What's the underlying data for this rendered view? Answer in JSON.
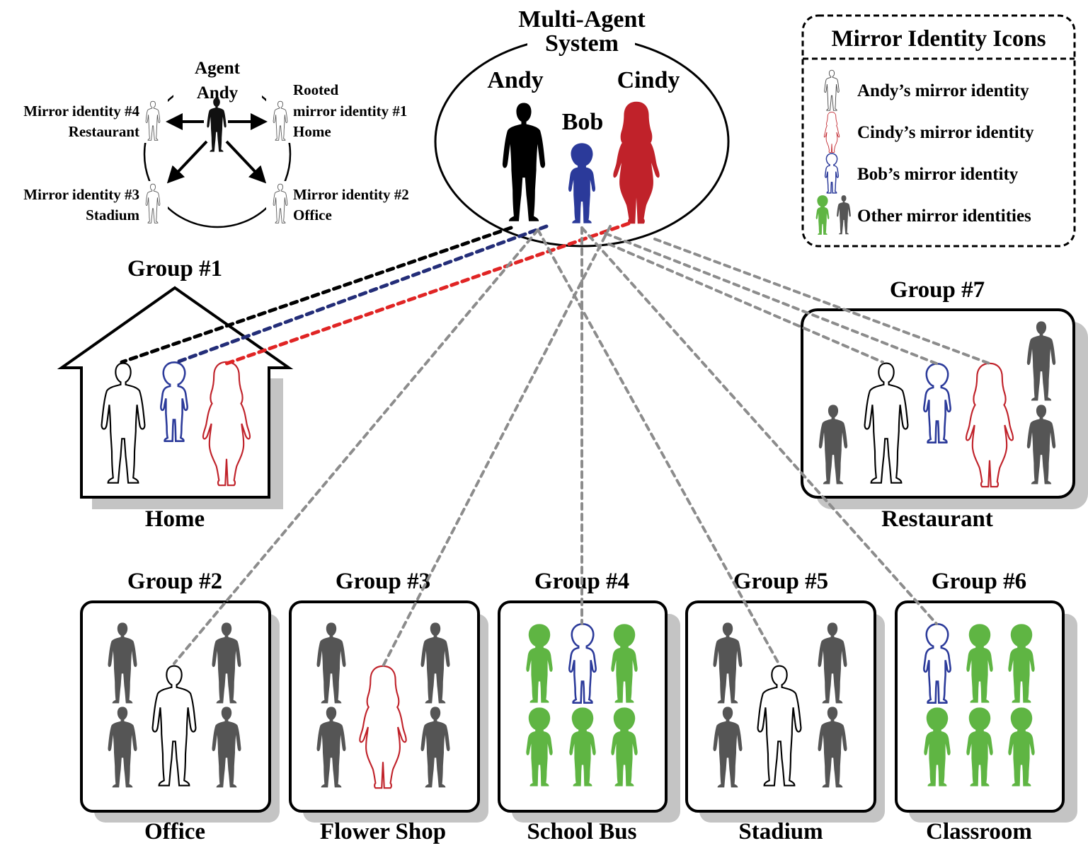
{
  "colors": {
    "andy": "#000000",
    "bob": "#2b3a9a",
    "cindy": "#c0222a",
    "other_gray": "#555555",
    "other_green": "#5fb543",
    "link_gray": "#8c8c8c",
    "link_black": "#000000",
    "link_blue": "#232d78",
    "link_red": "#e02424",
    "shadow": "#c4c4c4"
  },
  "inset": {
    "title_line1": "Agent",
    "title_line2": "Andy",
    "identities": [
      {
        "line1": "Rooted",
        "line2": "mirror identity #1",
        "line3": "Home"
      },
      {
        "line1": "Mirror identity #2",
        "line2": "Office"
      },
      {
        "line1": "Mirror identity #3",
        "line2": "Stadium"
      },
      {
        "line1": "Mirror identity #4",
        "line2": "Restaurant"
      }
    ]
  },
  "system": {
    "title_line1": "Multi-Agent",
    "title_line2": "System",
    "agents": [
      {
        "name": "Andy",
        "key": "andy"
      },
      {
        "name": "Bob",
        "key": "bob"
      },
      {
        "name": "Cindy",
        "key": "cindy"
      }
    ]
  },
  "legend": {
    "title": "Mirror Identity Icons",
    "items": [
      {
        "label": "Andy’s mirror identity",
        "icon": "andy-outline"
      },
      {
        "label": "Cindy’s mirror identity",
        "icon": "cindy-outline"
      },
      {
        "label": "Bob’s mirror identity",
        "icon": "bob-outline"
      },
      {
        "label": "Other mirror identities",
        "icon": "other-filled"
      }
    ]
  },
  "groups": [
    {
      "id": "g1",
      "title": "Group #1",
      "place": "Home",
      "members": [
        "andy",
        "bob",
        "cindy"
      ]
    },
    {
      "id": "g2",
      "title": "Group #2",
      "place": "Office",
      "members": [
        "andy",
        "gray",
        "gray",
        "gray",
        "gray"
      ]
    },
    {
      "id": "g3",
      "title": "Group #3",
      "place": "Flower Shop",
      "members": [
        "cindy",
        "gray",
        "gray",
        "gray",
        "gray"
      ]
    },
    {
      "id": "g4",
      "title": "Group #4",
      "place": "School Bus",
      "members": [
        "bob",
        "green",
        "green",
        "green",
        "green",
        "green"
      ]
    },
    {
      "id": "g5",
      "title": "Group #5",
      "place": "Stadium",
      "members": [
        "andy",
        "gray",
        "gray",
        "gray",
        "gray"
      ]
    },
    {
      "id": "g6",
      "title": "Group #6",
      "place": "Classroom",
      "members": [
        "bob",
        "green",
        "green",
        "green",
        "green",
        "green"
      ]
    },
    {
      "id": "g7",
      "title": "Group #7",
      "place": "Restaurant",
      "members": [
        "andy",
        "bob",
        "cindy",
        "gray",
        "gray",
        "gray"
      ]
    }
  ],
  "links": [
    {
      "from": "andy",
      "to": "g1",
      "style": "black"
    },
    {
      "from": "bob",
      "to": "g1",
      "style": "blue"
    },
    {
      "from": "cindy",
      "to": "g1",
      "style": "red"
    },
    {
      "from": "andy",
      "to": "g2",
      "style": "gray"
    },
    {
      "from": "cindy",
      "to": "g3",
      "style": "gray"
    },
    {
      "from": "bob",
      "to": "g4",
      "style": "gray"
    },
    {
      "from": "andy",
      "to": "g5",
      "style": "gray"
    },
    {
      "from": "bob",
      "to": "g6",
      "style": "gray"
    },
    {
      "from": "andy",
      "to": "g7",
      "style": "gray"
    },
    {
      "from": "bob",
      "to": "g7",
      "style": "gray"
    },
    {
      "from": "cindy",
      "to": "g7",
      "style": "gray"
    }
  ]
}
